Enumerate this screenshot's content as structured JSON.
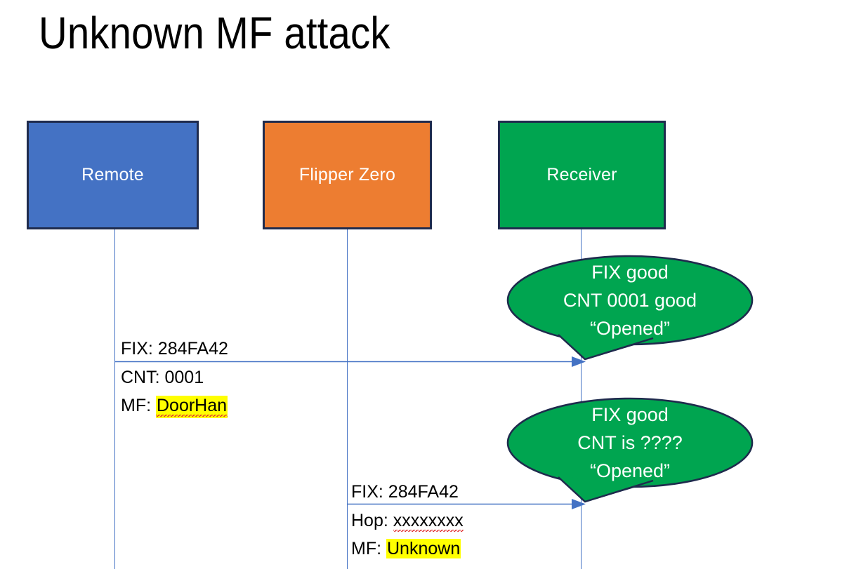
{
  "slide": {
    "title": "Unknown MF attack",
    "background": "#FFFFFF"
  },
  "colors": {
    "remote_fill": "#4472C4",
    "flipper_fill": "#ED7D31",
    "receiver_fill": "#00A550",
    "box_border": "#1F2B4D",
    "arrow_line": "#4472C4",
    "lifeline": "#4472C4",
    "highlight": "#FFFF00",
    "spellcheck_underline": "#E03030",
    "bubble_fill": "#00A550",
    "bubble_border": "#1F2B4D",
    "bubble_text": "#FFFFFF",
    "label_text": "#000000"
  },
  "actors": [
    {
      "id": "remote",
      "label": "Remote"
    },
    {
      "id": "flipper",
      "label": "Flipper Zero"
    },
    {
      "id": "receiver",
      "label": "Receiver"
    }
  ],
  "messages": [
    {
      "id": "msg-remote-to-receiver",
      "from": "remote",
      "to": "receiver",
      "lines": [
        {
          "prefix": "FIX: ",
          "value": "284FA42",
          "highlight": false,
          "spellcheck": false
        },
        {
          "prefix": "CNT: ",
          "value": "0001",
          "highlight": false,
          "spellcheck": false
        },
        {
          "prefix": "MF: ",
          "value": "DoorHan",
          "highlight": true,
          "spellcheck": true
        }
      ]
    },
    {
      "id": "msg-flipper-to-receiver",
      "from": "flipper",
      "to": "receiver",
      "lines": [
        {
          "prefix": "FIX: ",
          "value": "284FA42",
          "highlight": false,
          "spellcheck": false
        },
        {
          "prefix": "Hop: ",
          "value": "xxxxxxxx",
          "highlight": false,
          "spellcheck": true
        },
        {
          "prefix": "MF: ",
          "value": "Unknown",
          "highlight": true,
          "spellcheck": false
        }
      ]
    }
  ],
  "bubbles": [
    {
      "id": "bubble-first-response",
      "lines": [
        "FIX good",
        "CNT 0001 good",
        "“Opened”"
      ],
      "line1": "FIX good",
      "line2": "CNT 0001 good",
      "line3": "“Opened”"
    },
    {
      "id": "bubble-second-response",
      "lines": [
        "FIX good",
        "CNT is ????",
        "“Opened”"
      ],
      "line1": "FIX good",
      "line2": "CNT is ????",
      "line3": "“Opened”"
    }
  ]
}
